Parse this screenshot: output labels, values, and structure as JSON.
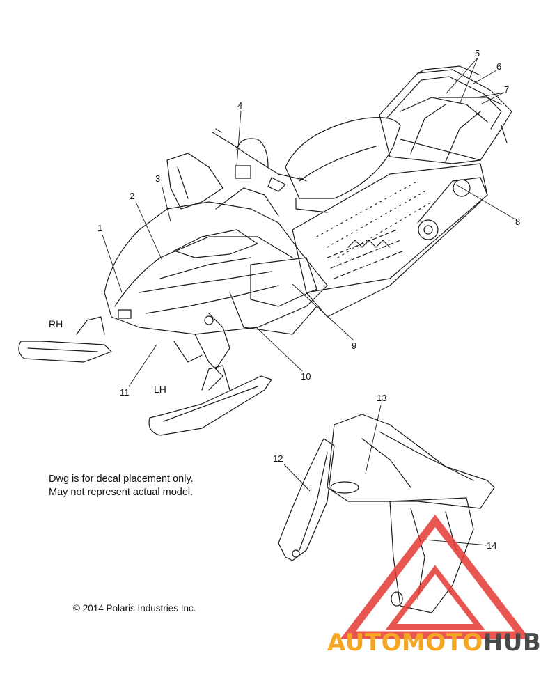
{
  "callouts": [
    "1",
    "2",
    "3",
    "4",
    "5",
    "6",
    "7",
    "8",
    "9",
    "10",
    "11",
    "12",
    "13",
    "14"
  ],
  "side_labels": {
    "rh": "RH",
    "lh": "LH"
  },
  "note": {
    "line1": "Dwg is for decal placement only.",
    "line2": "May not represent actual model."
  },
  "copyright": "© 2014 Polaris Industries Inc.",
  "watermark": {
    "part1": "AUTOMOTO",
    "part2": "HUB",
    "color1": "#f5a623",
    "color2": "#4a4a4a",
    "triangle_color": "#e53935"
  },
  "colors": {
    "line": "#1a1a1a",
    "background": "#ffffff"
  }
}
